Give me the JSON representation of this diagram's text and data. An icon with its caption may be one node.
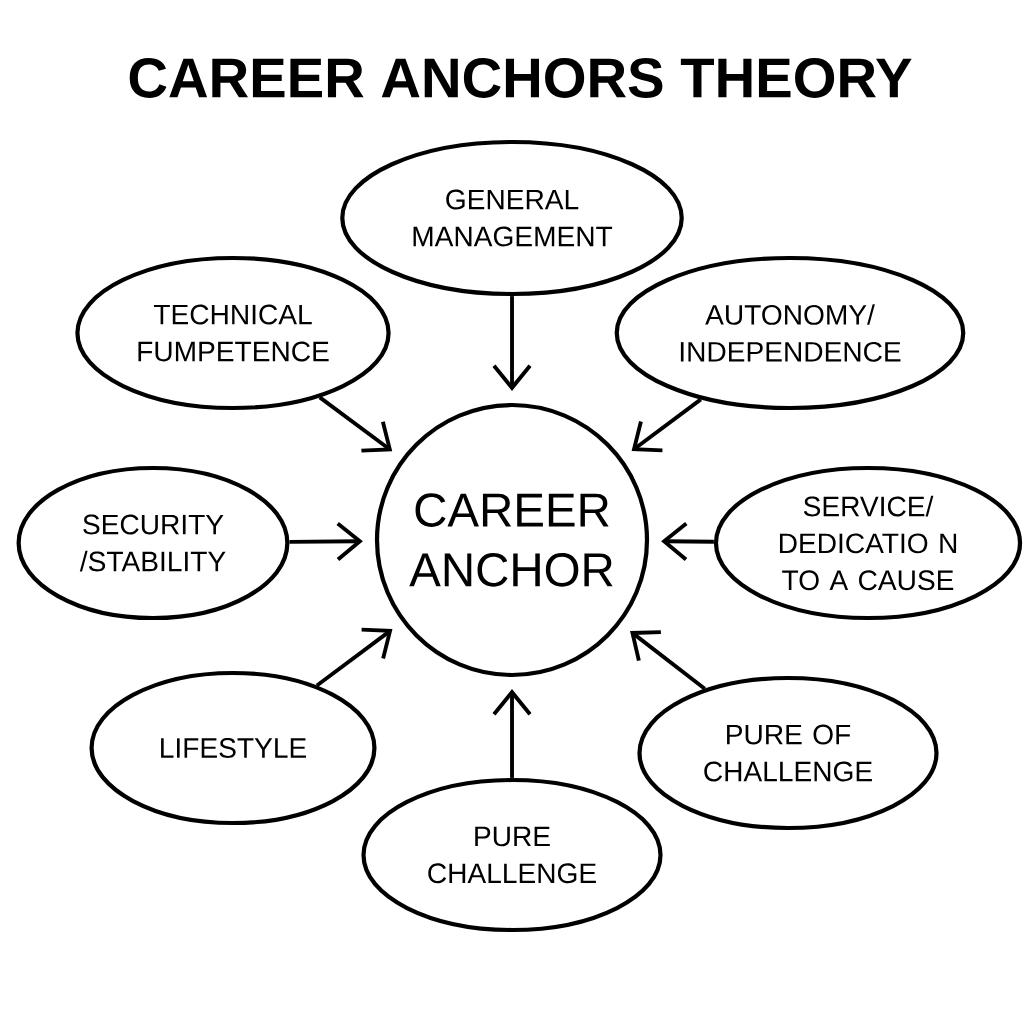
{
  "diagram": {
    "title": "CAREER ANCHORS THEORY",
    "nodes": [
      {
        "text": [
          "GENERAL MANAGEMENT"
        ]
      },
      {
        "text": [
          "TECHNICAL FUMPETENCE"
        ]
      },
      {
        "text": [
          "AUTONOMY/ INDEPENDENCE"
        ]
      },
      {
        "text": [
          "SECURITY /STABILITY"
        ]
      },
      {
        "text": [
          "CAREER ANCHOR"
        ]
      },
      {
        "text": [
          "SERVICE/ DEDICATIO N TO A CAUSE"
        ]
      },
      {
        "text": [
          "LIFESTYLE"
        ]
      },
      {
        "text": [
          "PURE OF CHALLENGE"
        ]
      },
      {
        "text": [
          "PURE CHALLENGE"
        ]
      }
    ],
    "edges": [
      {
        "from": 0,
        "to": 4,
        "arrow": "to"
      },
      {
        "from": 1,
        "to": 4,
        "arrow": "to"
      },
      {
        "from": 2,
        "to": 4,
        "arrow": "to"
      },
      {
        "from": 3,
        "to": 4,
        "arrow": "to"
      },
      {
        "from": 5,
        "to": 4,
        "arrow": "to"
      },
      {
        "from": 6,
        "to": 4,
        "arrow": "to"
      },
      {
        "from": 7,
        "to": 4,
        "arrow": "to"
      },
      {
        "from": 8,
        "to": 4,
        "arrow": "to"
      }
    ]
  }
}
